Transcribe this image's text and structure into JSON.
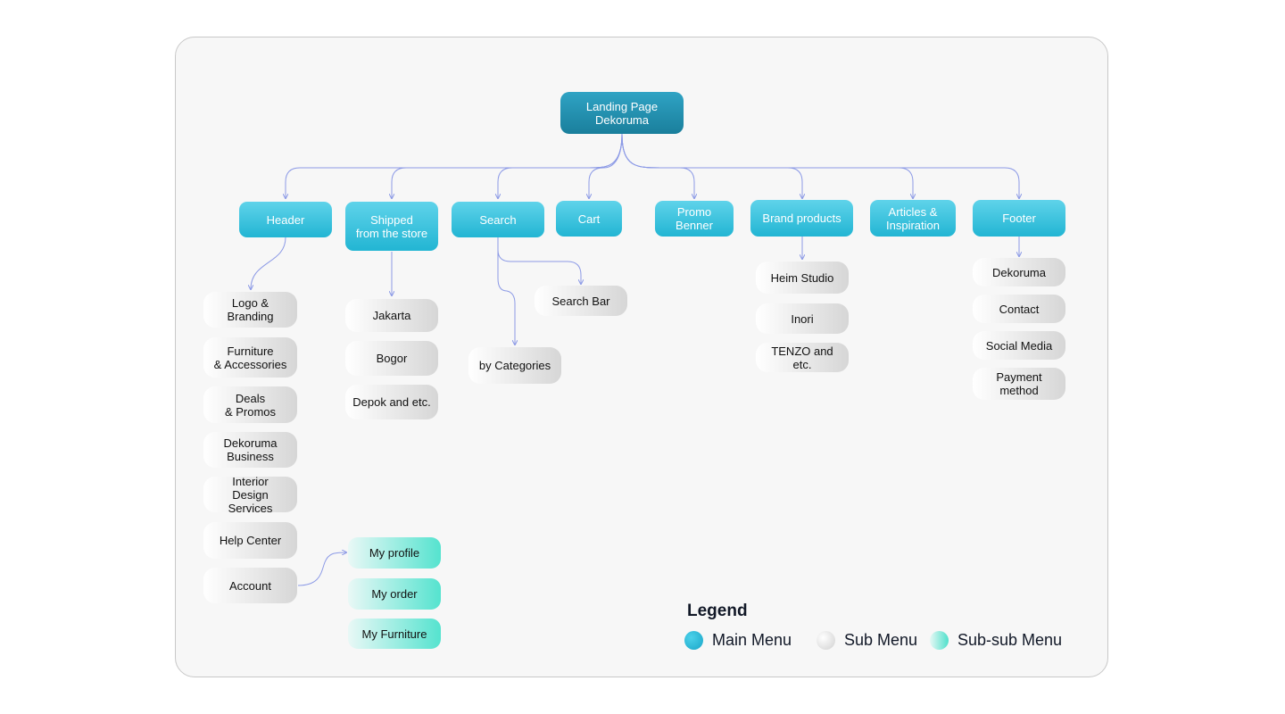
{
  "root": {
    "title": "Landing Page\nDekoruma"
  },
  "main_menu": {
    "header": "Header",
    "shipped": "Shipped\nfrom the store",
    "search": "Search",
    "cart": "Cart",
    "promo": "Promo Benner",
    "brand": "Brand products",
    "articles": "Articles &\nInspiration",
    "footer": "Footer"
  },
  "header_items": {
    "logo": "Logo & Branding",
    "furniture": "Furniture\n& Accessories",
    "deals": "Deals\n& Promos",
    "business": "Dekoruma\nBusiness",
    "interior": "Interior\nDesign Services",
    "help": "Help Center",
    "account": "Account"
  },
  "account_items": {
    "profile": "My profile",
    "order": "My order",
    "furniture": "My Furniture"
  },
  "shipped_items": {
    "jakarta": "Jakarta",
    "bogor": "Bogor",
    "depok": "Depok and etc."
  },
  "search_items": {
    "search_bar": "Search Bar",
    "categories": "by Categories"
  },
  "brand_items": {
    "heim": "Heim Studio",
    "inori": "Inori",
    "tenzo": "TENZO and etc."
  },
  "footer_items": {
    "dekoruma": "Dekoruma",
    "contact": "Contact",
    "social": "Social Media",
    "payment": "Payment\nmethod"
  },
  "legend": {
    "title": "Legend",
    "main": "Main Menu",
    "sub": "Sub Menu",
    "subsub": "Sub-sub Menu"
  },
  "colors": {
    "root": "#1f8fb0",
    "main": "#33c1dd",
    "sub": "#e4e4e4",
    "subsub": "#5ae3d0",
    "connector": "#8c9ae6"
  }
}
